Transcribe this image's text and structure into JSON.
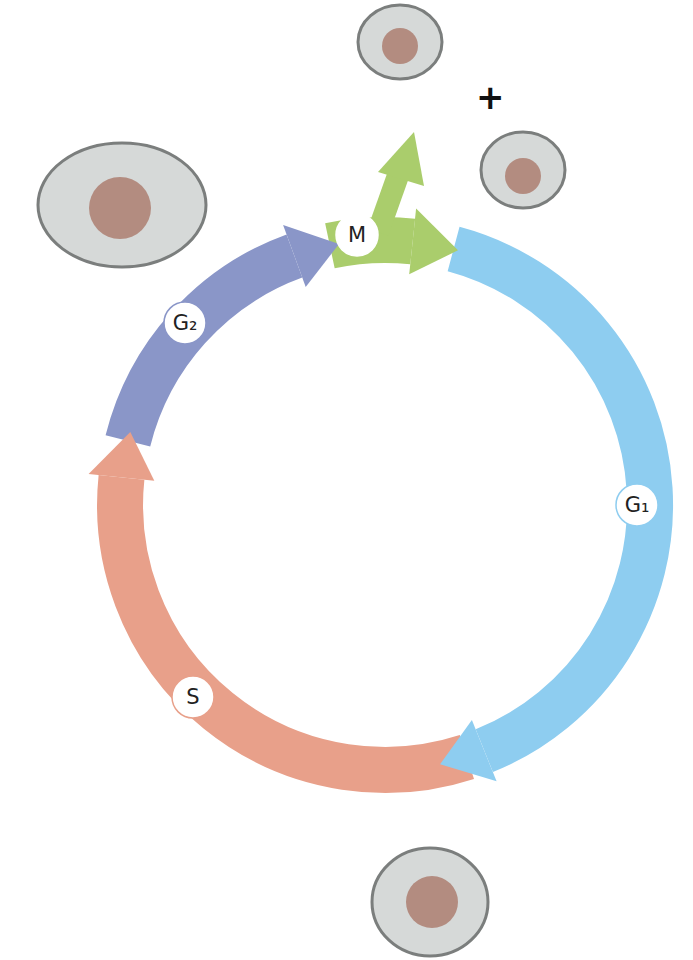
{
  "diagram": {
    "nodes": [
      {
        "text": [
          "M"
        ]
      },
      {
        "text": [
          "G₂"
        ]
      },
      {
        "text": [
          "G₁"
        ]
      },
      {
        "text": [
          "S"
        ]
      }
    ],
    "labels": [
      "+"
    ]
  }
}
